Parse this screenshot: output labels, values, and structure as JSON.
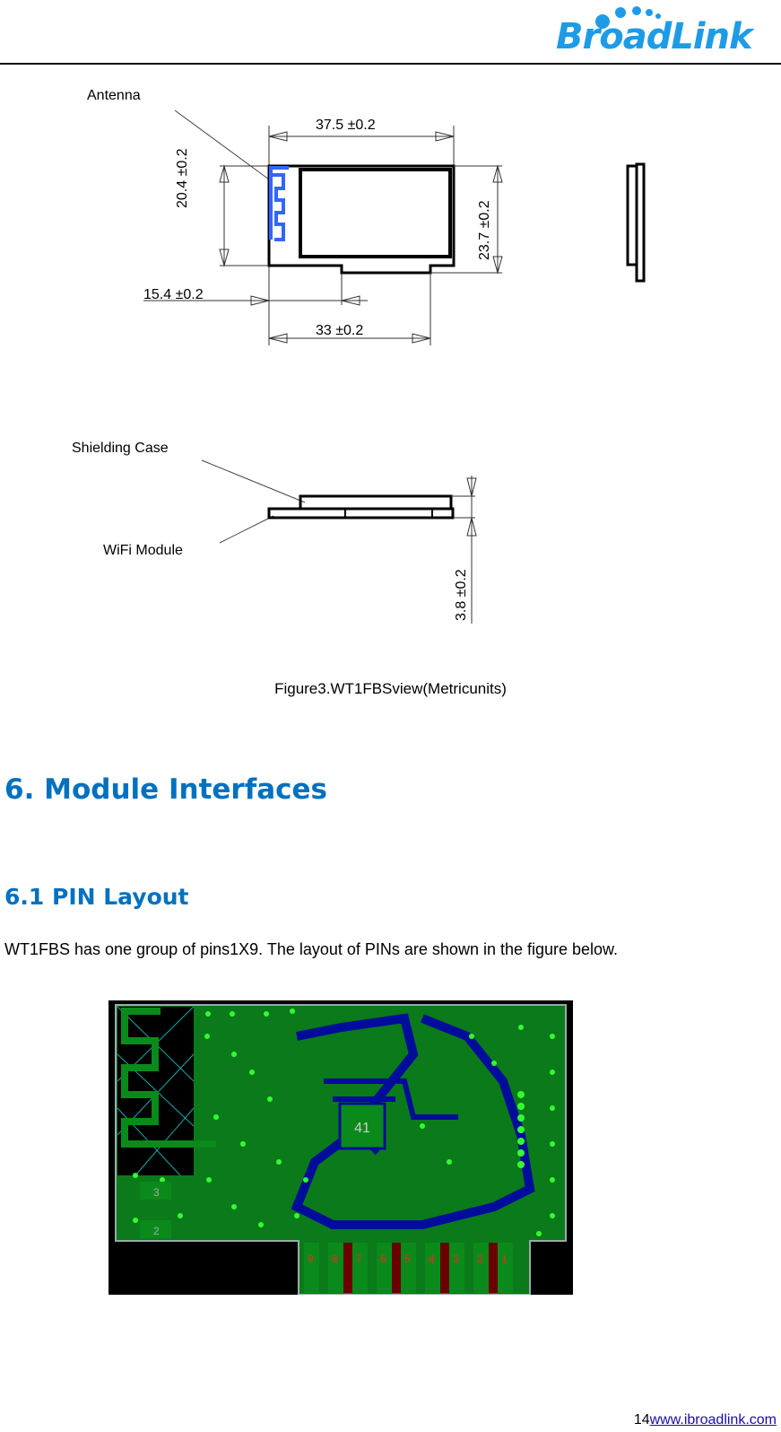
{
  "header": {
    "logo_text": "BroadLink",
    "logo_color": "#1e9be6"
  },
  "figure_top": {
    "callout_antenna": "Antenna",
    "dimensions": {
      "width_total": "37.5 ±0.2",
      "height_left": "20.4 ±0.2",
      "height_right": "23.7 ±0.2",
      "offset_left": "15.4 ±0.2",
      "width_bottom": "33 ±0.2"
    },
    "antenna_color": "#3366ff"
  },
  "figure_side": {
    "callout_shielding": "Shielding Case",
    "callout_wifi": "WiFi Module",
    "thickness": "3.8 ±0.2"
  },
  "caption": "Figure3.WT1FBSview(Metricunits)",
  "section": {
    "heading": "6. Module Interfaces",
    "subheading": "6.1 PIN Layout",
    "paragraph": "WT1FBS has one group of pins1X9. The layout of PINs are shown in the figure below."
  },
  "pcb": {
    "chip_label": "41",
    "pins": [
      "9",
      "8",
      "7",
      "6",
      "5",
      "4",
      "3",
      "2",
      "1"
    ],
    "left_pads": [
      "3",
      "2"
    ],
    "colors": {
      "board": "#0a7a1a",
      "trace_blue": "#000c9a",
      "via": "#33ff33",
      "pin_number": "#ff2020",
      "outline": "#22b8c8"
    }
  },
  "footer": {
    "page_number": "14",
    "link": "www.ibroadlink.com"
  }
}
